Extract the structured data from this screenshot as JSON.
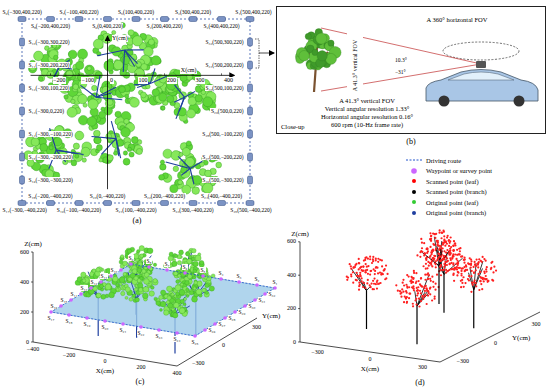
{
  "diagram": {
    "nodes": [
      {
        "text": [
          "A 360° horizontal FOV",
          "A 41.3° vertical FOV",
          "10.3°",
          "−31°",
          "A 41.3° vertical FOV",
          "Vertical angular resolution 1.33°",
          "Horizontal angular resolution 0.16°",
          "600 rpm (10-Hz frame rate)",
          "Close-up"
        ]
      }
    ],
    "labels": [
      "S₁(500,400,220)",
      "S₂(400,400,220)",
      "S₃(300,400,220)",
      "S₄(200,400,220)",
      "S₅(100,400,220)",
      "S₆(0,400,220)",
      "S₇(−100,400,220)",
      "S₈(−200,400,220)",
      "S₉(−300,400,220)",
      "S₁₀(−300,300,220)",
      "S₁₁(−300,200,220)",
      "S₁₂(−300,100,220)",
      "S₁₃(−300,0,220)",
      "S₁₄(−300,−100,220)",
      "S₁₅(−300,−200,220)",
      "S₁₆(−300,−300,220)",
      "S₁₇(−300,−400,220)",
      "S₁₈(−200,−400,220)",
      "S₁₉(−100,−400,220)",
      "S₂₀(0,−400,220)",
      "S₂₁(100,−400,220)",
      "S₂₂(200,−400,220)",
      "S₂₃(300,−400,220)",
      "S₂₄(400,−400,220)",
      "S₂₅(500,−400,220)",
      "S₂₆(500,−300,220)",
      "S₂₇(500,−200,220)",
      "S₂₈(500,−100,220)",
      "S₂₉(500,0,220)",
      "S₃₀(500,100,220)",
      "S₃₁(500,200,220)",
      "S₃₂(500,300,220)",
      "−200",
      "−100",
      "0",
      "100",
      "200",
      "300",
      "400",
      "X(cm)",
      "Y(cm)",
      "(a)",
      "(b)",
      "S₁",
      "S₂",
      "S₃",
      "S₄",
      "S₅",
      "S₆",
      "S₇",
      "S₈",
      "S₉",
      "S₁₀",
      "S₁₁",
      "S₁₂",
      "S₁₃",
      "S₁₄",
      "S₁₅",
      "S₁₆",
      "S₁₇",
      "S₁₈",
      "S₁₉",
      "S₂₀",
      "S₂₁",
      "S₂₂",
      "S₂₃",
      "S₂₄",
      "S₂₅",
      "S₂₆",
      "S₂₇",
      "S₂₈",
      "S₂₉",
      "S₃₀",
      "S₃₁",
      "S₃₂",
      "0",
      "200",
      "400",
      "600",
      "Z(cm)",
      "−400",
      "−200",
      "0",
      "200",
      "400",
      "X(cm)",
      "−300",
      "0",
      "300",
      "Y(cm)",
      "(c)",
      "0",
      "200",
      "400",
      "600",
      "Z(cm)",
      "−300",
      "0",
      "300",
      "X(cm)",
      "−300",
      "0",
      "300",
      "Y(cm)",
      "(d)"
    ],
    "legend": [
      {
        "text": "Driving route"
      },
      {
        "text": "Waypoint or survey point",
        "color": "#cc66ff"
      },
      {
        "text": "Scanned point (leaf)",
        "color": "#ff0000"
      },
      {
        "text": "Scanned point (branch)",
        "color": "#000000"
      },
      {
        "text": "Original point (leaf)",
        "color": "#33cc33"
      },
      {
        "text": "Original point (branch)",
        "color": "#1f3fa0"
      }
    ]
  }
}
